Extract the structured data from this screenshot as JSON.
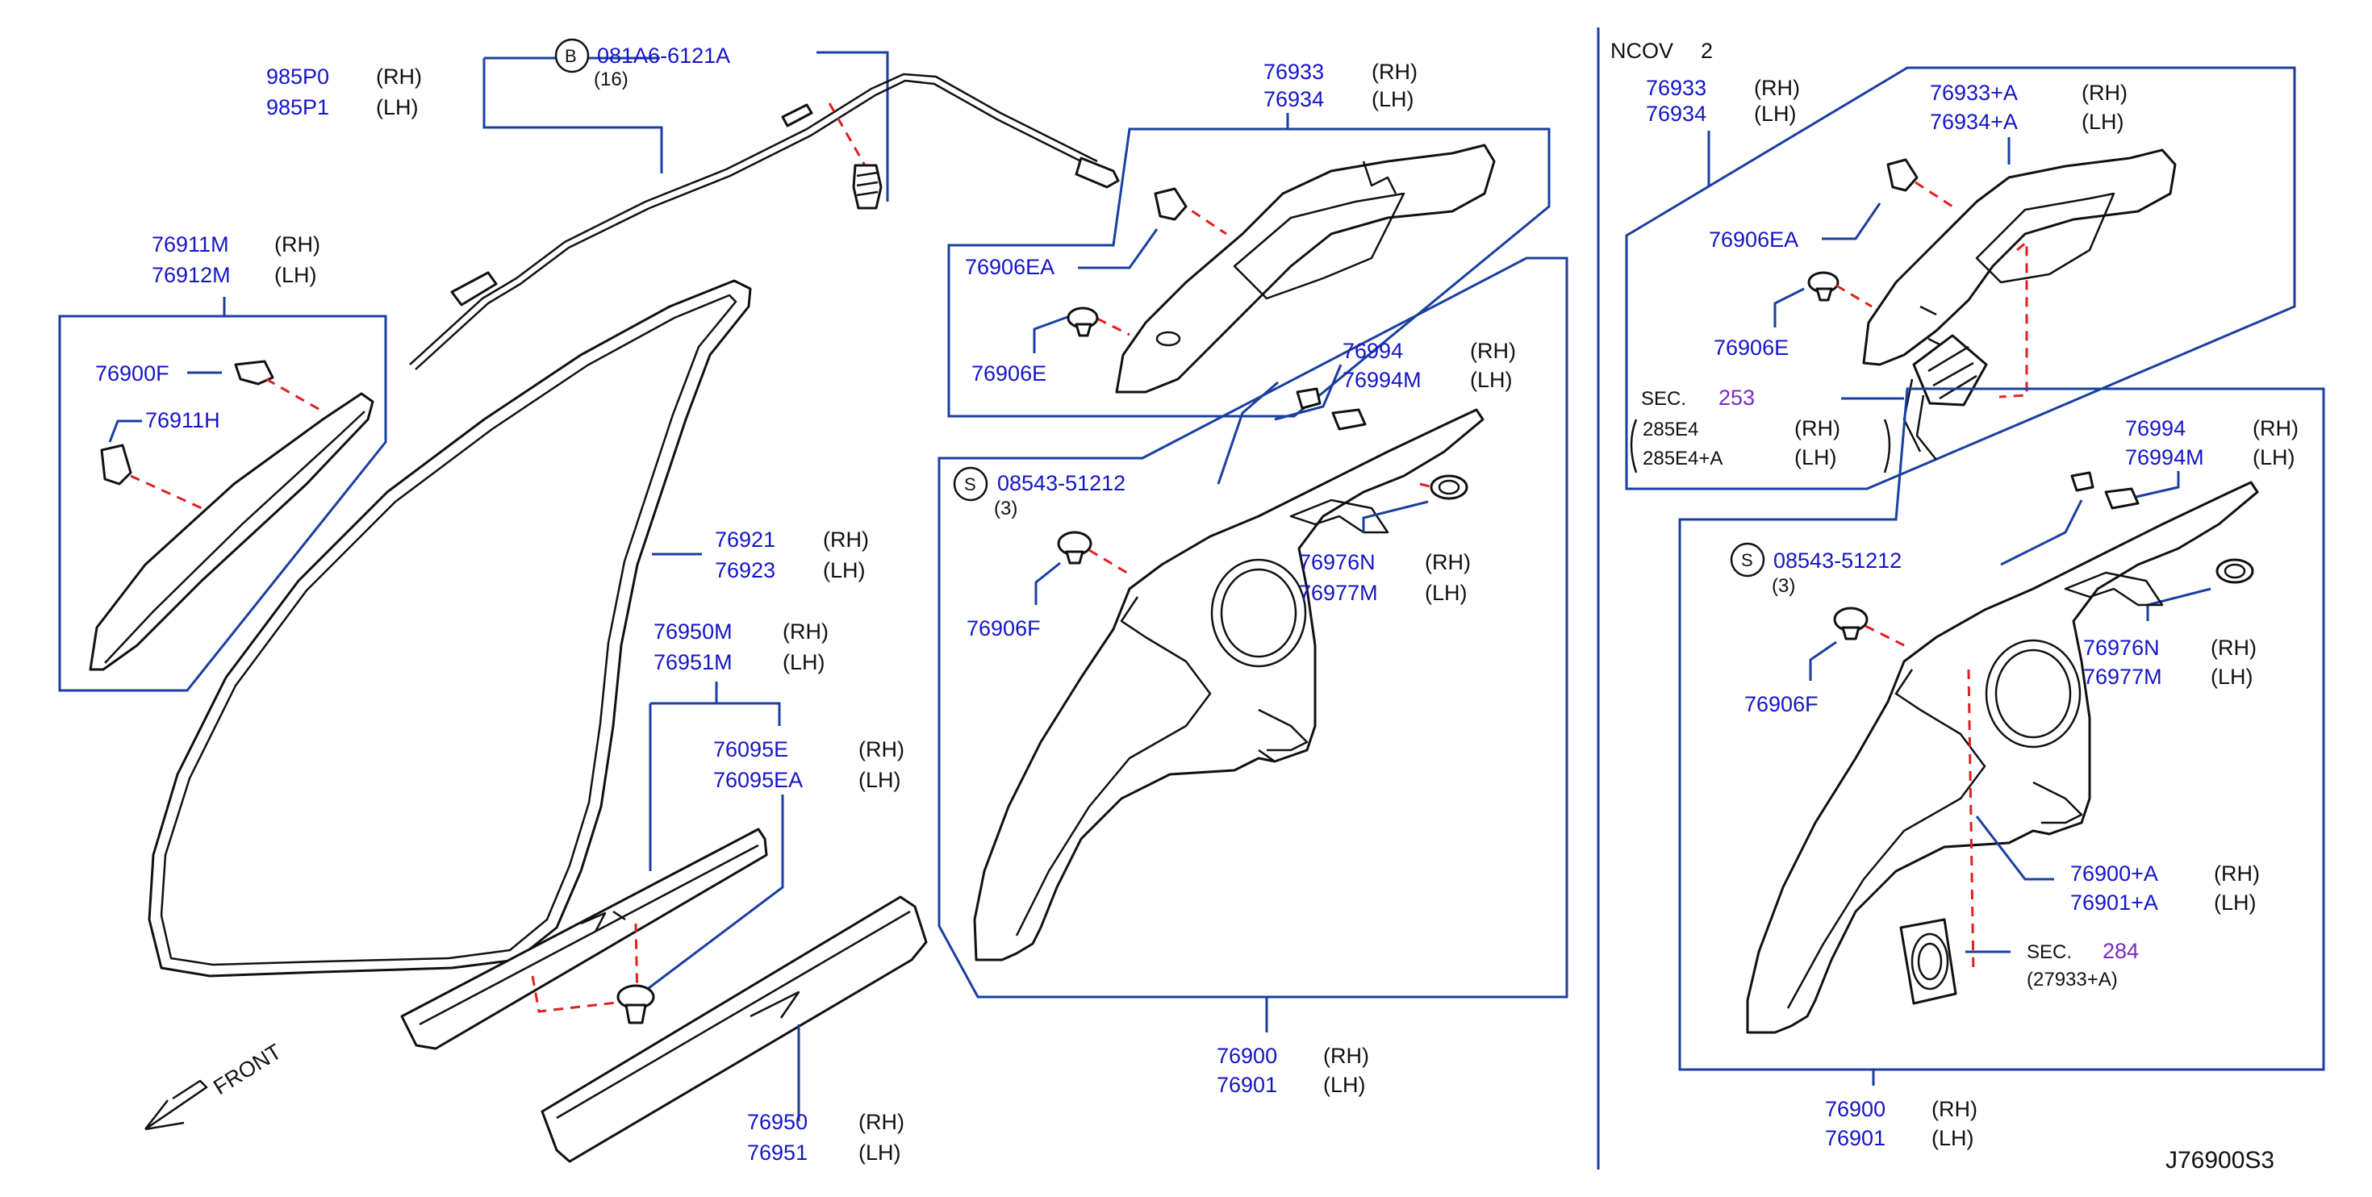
{
  "diagram_code": "J76900S3",
  "ncov": {
    "label": "NCOV",
    "value": "2"
  },
  "front": {
    "label": "FRONT"
  },
  "sides": {
    "rh": "(RH)",
    "lh": "(LH)"
  },
  "cable": {
    "rh": "985P0",
    "lh": "985P1"
  },
  "bolt": {
    "symbol": "B",
    "code": "081A6-6121A",
    "qty": "(16)"
  },
  "pillar_finisher": {
    "rh": "76911M",
    "lh": "76912M"
  },
  "clip_f": "76900F",
  "clip_h": "76911H",
  "weatherstrip": {
    "rh": "76921",
    "lh": "76923"
  },
  "kick_plate": {
    "rh": "76950M",
    "lh": "76951M"
  },
  "kick_clip": {
    "rh": "76095E",
    "lh": "76095EA"
  },
  "kick_plate_lower": {
    "rh": "76950",
    "lh": "76951"
  },
  "upper_trim": {
    "rh": "76933",
    "lh": "76934"
  },
  "clip_ea": "76906EA",
  "clip_e": "76906E",
  "clip_bracket": {
    "rh": "76994",
    "lh": "76994M"
  },
  "screw": {
    "symbol": "S",
    "code": "08543-51212",
    "qty": "(3)"
  },
  "clip_fb": "76906F",
  "grommet": {
    "rh": "76976N",
    "lh": "76977M"
  },
  "quarter_trim": {
    "rh": "76900",
    "lh": "76901"
  },
  "right": {
    "upper_trim": {
      "rh": "76933",
      "lh": "76934"
    },
    "upper_trim_a": {
      "rh": "76933+A",
      "lh": "76934+A"
    },
    "clip_ea": "76906EA",
    "clip_e": "76906E",
    "sec253": {
      "label": "SEC.",
      "num": "253",
      "rh": "285E4",
      "lh": "285E4+A"
    },
    "clip_bracket": {
      "rh": "76994",
      "lh": "76994M"
    },
    "screw": {
      "symbol": "S",
      "code": "08543-51212",
      "qty": "(3)"
    },
    "grommet": {
      "rh": "76976N",
      "lh": "76977M"
    },
    "clip_fb": "76906F",
    "quarter_trim_a": {
      "rh": "76900+A",
      "lh": "76901+A"
    },
    "sec284": {
      "label": "SEC.",
      "num": "284",
      "sub": "(27933+A)"
    },
    "quarter_trim": {
      "rh": "76900",
      "lh": "76901"
    }
  },
  "colors": {
    "part_number": "#1515c8",
    "leader": "#1a3fa0",
    "hidden_line": "#e02020",
    "section_ref": "#7a28c8"
  }
}
